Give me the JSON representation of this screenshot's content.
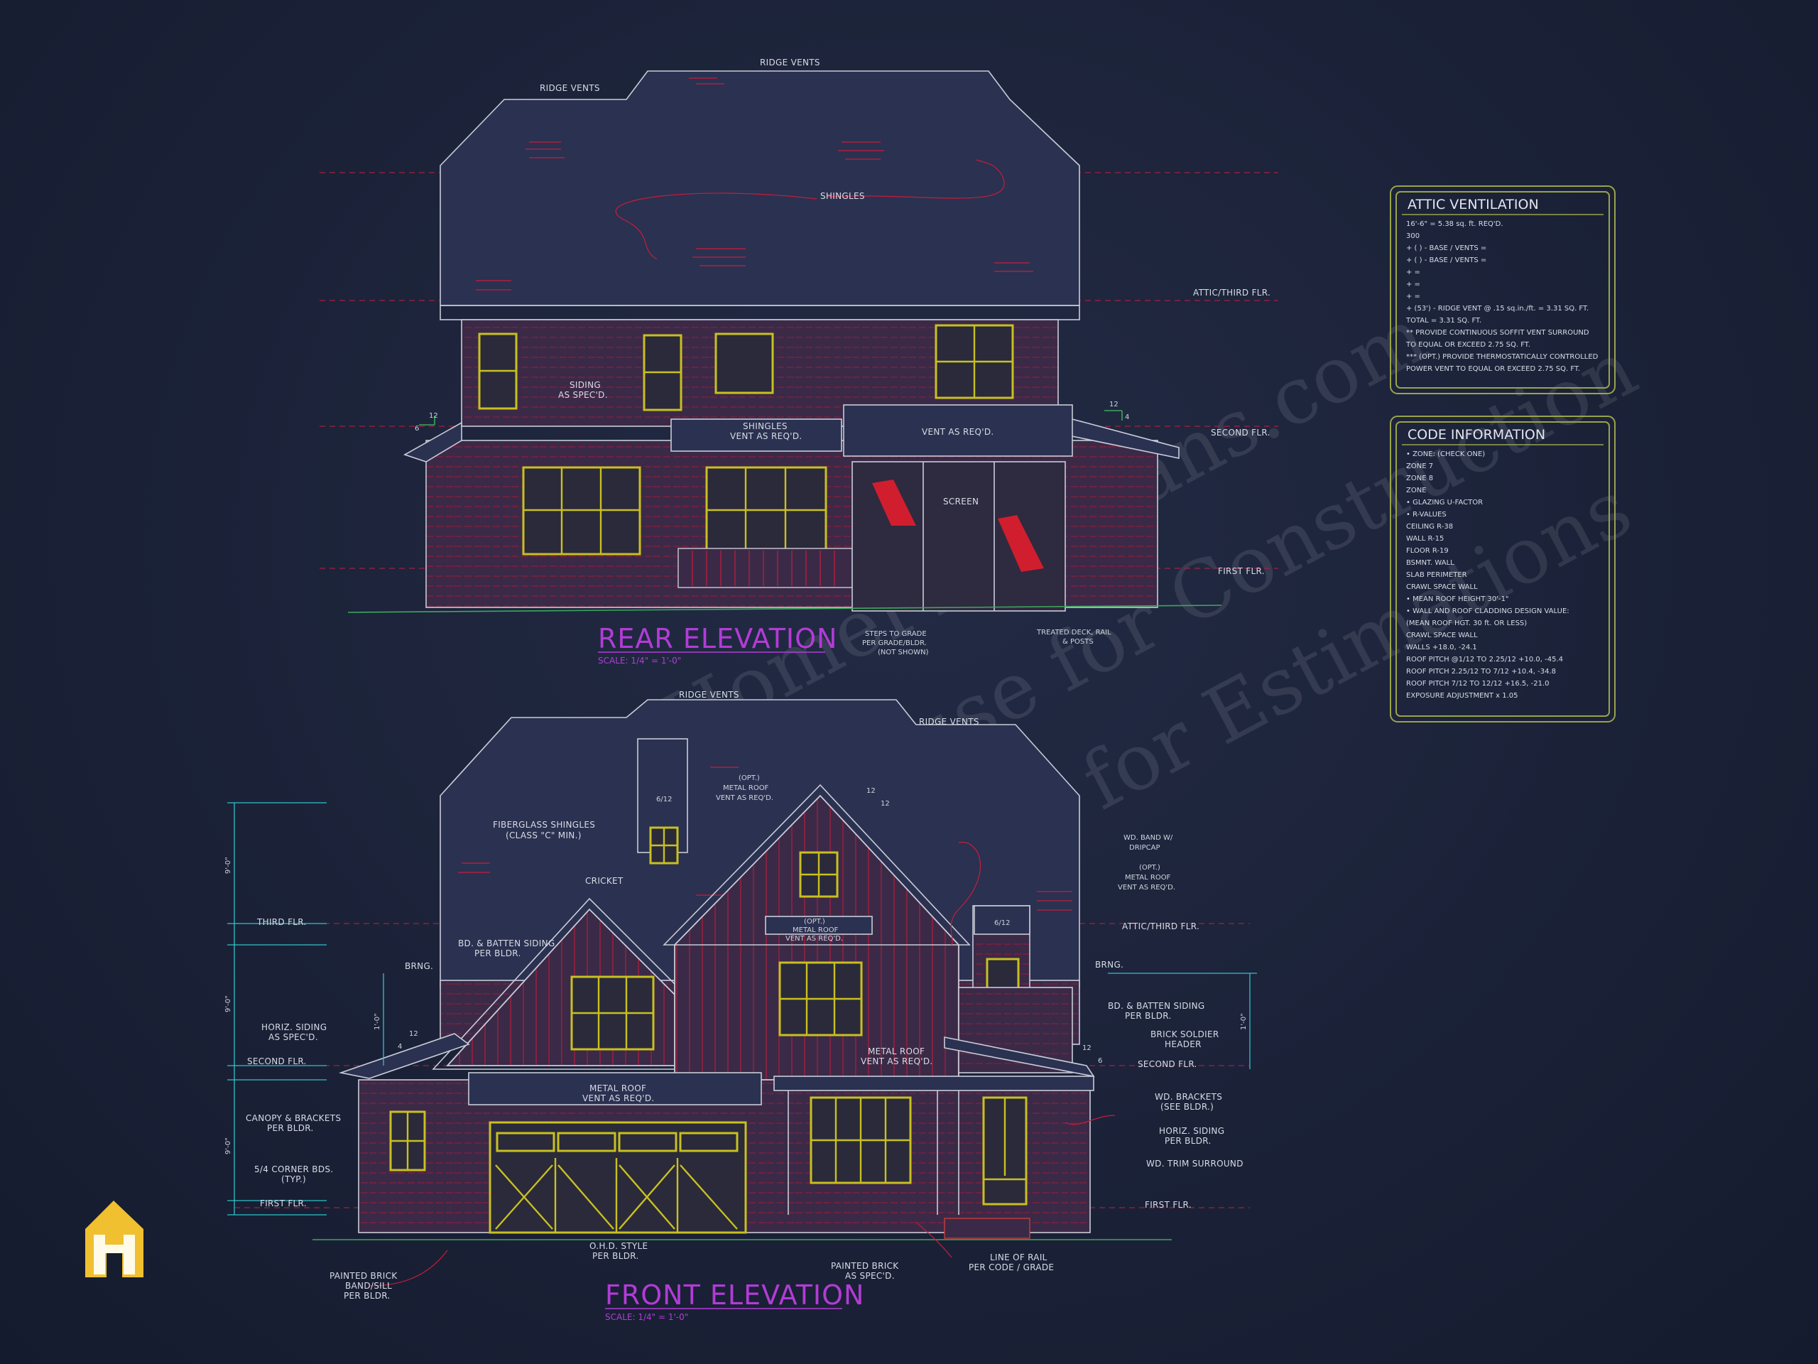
{
  "watermark": {
    "line1": "© MyHomeFloorPlans.com",
    "line2": "ILLEGAL to use for Construction",
    "line3": "May be used for Estimations"
  },
  "rear_elevation": {
    "title": "REAR ELEVATION",
    "scale": "SCALE: 1/4\" = 1'-0\"",
    "labels": {
      "ridge_vents_top": "RIDGE VENTS",
      "ridge_vents_left": "RIDGE VENTS",
      "shingles": "SHINGLES",
      "attic_third_flr": "ATTIC/THIRD FLR.",
      "siding": "SIDING",
      "siding_2": "AS SPEC'D.",
      "shingles_vent_1": "SHINGLES",
      "shingles_vent_2": "VENT AS REQ'D.",
      "vent_as_reqd": "VENT AS REQ'D.",
      "second_flr": "SECOND FLR.",
      "screen": "SCREEN",
      "first_flr": "FIRST FLR.",
      "steps_1": "STEPS TO GRADE",
      "steps_2": "PER GRADE/BLDR.",
      "steps_3": "(NOT SHOWN)",
      "deck_1": "TREATED DECK, RAIL",
      "deck_2": "& POSTS",
      "pitch_12_left": "12",
      "pitch_6_left": "6",
      "pitch_12_right": "12",
      "pitch_4_right": "4"
    }
  },
  "front_elevation": {
    "title": "FRONT ELEVATION",
    "scale": "SCALE: 1/4\" = 1'-0\"",
    "labels": {
      "ridge_vents_1": "RIDGE VENTS",
      "ridge_vents_2": "RIDGE VENTS",
      "metal_roof_opt_1": "(OPT.)",
      "metal_roof_opt_2": "METAL ROOF",
      "metal_roof_opt_3": "VENT AS REQ'D.",
      "fiberglass_1": "FIBERGLASS SHINGLES",
      "fiberglass_2": "(CLASS \"C\" MIN.)",
      "cricket": "CRICKET",
      "pitch_6_12": "6/12",
      "pitch_12a": "12",
      "pitch_12b": "12",
      "wd_band_1": "WD. BAND W/",
      "wd_band_2": "DRIPCAP",
      "opt_metal_1": "(OPT.)",
      "opt_metal_2": "METAL ROOF",
      "opt_metal_3": "VENT AS REQ'D.",
      "third_flr": "THIRD FLR.",
      "attic_third": "ATTIC/THIRD FLR.",
      "bd_batten_1": "BD. & BATTEN SIDING",
      "bd_batten_2": "PER BLDR.",
      "center_opt_1": "(OPT.)",
      "center_opt_2": "METAL ROOF",
      "center_opt_3": "VENT AS REQ'D.",
      "pitch_6_12_b": "6/12",
      "brng_left": "BRNG.",
      "brng_right": "BRNG.",
      "horiz_siding_1": "HORIZ. SIDING",
      "horiz_siding_2": "AS SPEC'D.",
      "bd_batten_r1": "BD. & BATTEN SIDING",
      "bd_batten_r2": "PER BLDR.",
      "brick_soldier_1": "BRICK SOLDIER",
      "brick_soldier_2": "HEADER",
      "second_flr_left": "SECOND FLR.",
      "second_flr_right": "SECOND FLR.",
      "metal_roof_right_1": "METAL ROOF",
      "metal_roof_right_2": "VENT AS REQ'D.",
      "metal_roof_center_1": "METAL ROOF",
      "metal_roof_center_2": "VENT AS REQ'D.",
      "canopy_1": "CANOPY & BRACKETS",
      "canopy_2": "PER BLDR.",
      "wd_brackets_1": "WD. BRACKETS",
      "wd_brackets_2": "(SEE BLDR.)",
      "horiz_siding_r1": "HORIZ. SIDING",
      "horiz_siding_r2": "PER BLDR.",
      "corner_1": "5/4 CORNER BDS.",
      "corner_2": "(TYP.)",
      "wd_trim": "WD. TRIM SURROUND",
      "first_flr_left": "FIRST FLR.",
      "first_flr_right": "FIRST FLR.",
      "ohd_1": "O.H.D. STYLE",
      "ohd_2": "PER BLDR.",
      "painted_brick_1": "PAINTED BRICK",
      "painted_brick_2": "BAND/SILL",
      "painted_brick_3": "PER BLDR.",
      "painted_brick_c1": "PAINTED BRICK",
      "painted_brick_c2": "AS SPEC'D.",
      "rail_1": "LINE OF RAIL",
      "rail_2": "PER CODE / GRADE",
      "dim_1": "9'-0\"",
      "dim_2": "9'-0\"",
      "dim_3": "9'-0\"",
      "dim_4": "1'-0\"",
      "dim_5": "1'-0\"",
      "pitch_12_porch": "12",
      "pitch_4_porch": "4",
      "pitch_12_rp": "12",
      "pitch_6_rp": "6"
    }
  },
  "attic_ventilation": {
    "heading": "ATTIC VENTILATION",
    "lines": [
      "16'-6\" = 5.38 sq. ft. REQ'D.",
      "300",
      "+ ( ) -        BASE    /    VENTS  =",
      "+ ( ) -        BASE    /    VENTS  =",
      "+                                                   =",
      "+                                                   =",
      "+                                                   =",
      "+ (53') - RIDGE VENT @ .15 sq.in./ft. = 3.31 SQ. FT.",
      "TOTAL      = 3.31 SQ. FT.",
      "** PROVIDE CONTINUOUS SOFFIT VENT SURROUND",
      "TO EQUAL OR EXCEED 2.75 SQ. FT.",
      "*** (OPT.) PROVIDE THERMOSTATICALLY CONTROLLED",
      "POWER VENT TO EQUAL OR EXCEED 2.75 SQ. FT."
    ]
  },
  "code_information": {
    "heading": "CODE INFORMATION",
    "lines": [
      "• ZONE: (CHECK ONE)",
      "ZONE 7",
      "ZONE 8",
      "ZONE",
      "• GLAZING U-FACTOR",
      "• R-VALUES",
      "CEILING                R-38",
      "WALL                     R-15",
      "FLOOR                   R-19",
      "BSMNT. WALL",
      "SLAB PERIMETER",
      "CRAWL SPACE WALL",
      "• MEAN ROOF HEIGHT  30'-1\"",
      "• WALL AND ROOF CLADDING DESIGN VALUE:",
      "(MEAN ROOF HGT. 30 ft. OR LESS)",
      "CRAWL SPACE WALL",
      "WALLS                           +18.0, -24.1",
      "ROOF PITCH @1/12 TO 2.25/12  +10.0, -45.4",
      "ROOF PITCH 2.25/12 TO 7/12  +10.4, -34.8",
      "ROOF PITCH 7/12 TO 12/12  +16.5, -21.0",
      "EXPOSURE ADJUSTMENT       x 1.05"
    ]
  },
  "logo": {
    "name": "house-logo-icon",
    "color": "#f0c030"
  }
}
